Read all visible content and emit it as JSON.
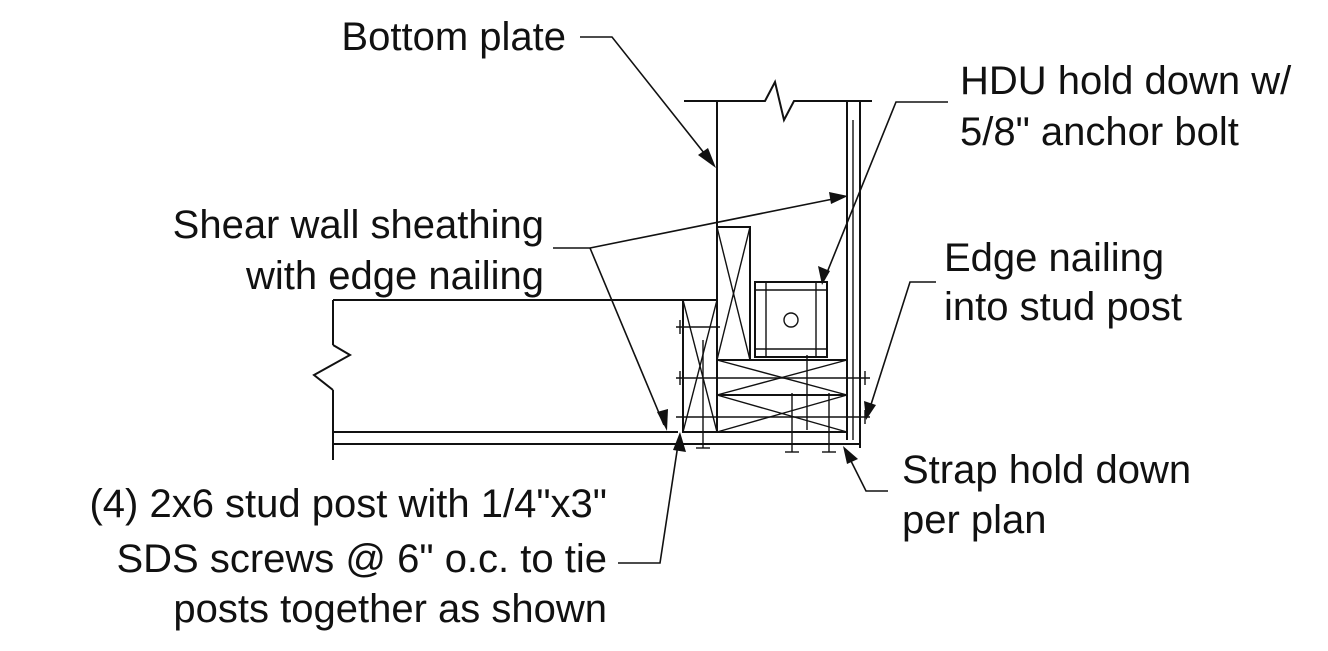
{
  "labels": {
    "bottom_plate": "Bottom plate",
    "hdu_line1": "HDU hold down w/",
    "hdu_line2": "5/8\" anchor bolt",
    "shear_line1": "Shear wall sheathing",
    "shear_line2": "with edge nailing",
    "edge_line1": "Edge nailing",
    "edge_line2": "into stud post",
    "strap_line1": "Strap hold down",
    "strap_line2": "per plan",
    "post_line1": "(4) 2x6 stud post with 1/4\"x3\"",
    "post_line2": "SDS screws @ 6\" o.c. to tie",
    "post_line3": "posts together as shown"
  }
}
